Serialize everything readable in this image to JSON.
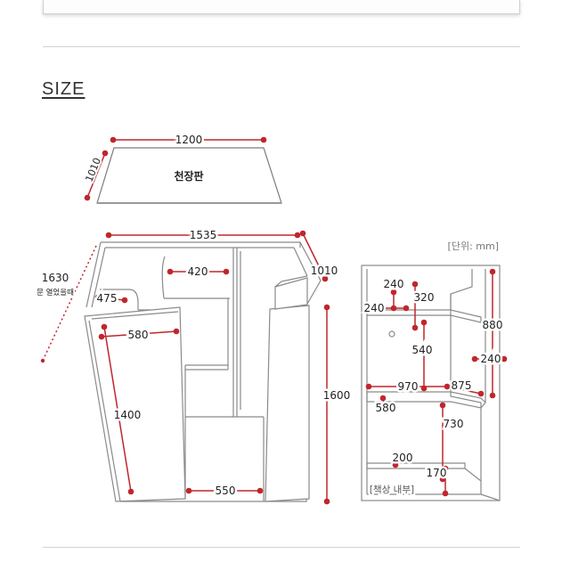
{
  "section_title": "SIZE",
  "top_panel_label": "천장판",
  "unit_label": "[단위: mm]",
  "inner_label": "[책상 내부]",
  "colors": {
    "dimension": "#c0262c",
    "outline": "#7a7a7a",
    "divider": "#d2d2d2"
  },
  "dims": {
    "top_width": "1200",
    "top_depth": "1010",
    "width": "1535",
    "open_width": "1630",
    "open_note": "문 열었을때",
    "depth": "1010",
    "height": "1600",
    "shelf_width": "420",
    "seat_width": "475",
    "door_width": "580",
    "door_height": "1400",
    "bottom_width": "550",
    "r_240_a": "240",
    "r_320": "320",
    "r_240_b": "240",
    "r_880": "880",
    "r_540": "540",
    "r_240_c": "240",
    "r_970": "970",
    "r_875": "875",
    "r_580": "580",
    "r_730": "730",
    "r_200": "200",
    "r_170": "170"
  }
}
